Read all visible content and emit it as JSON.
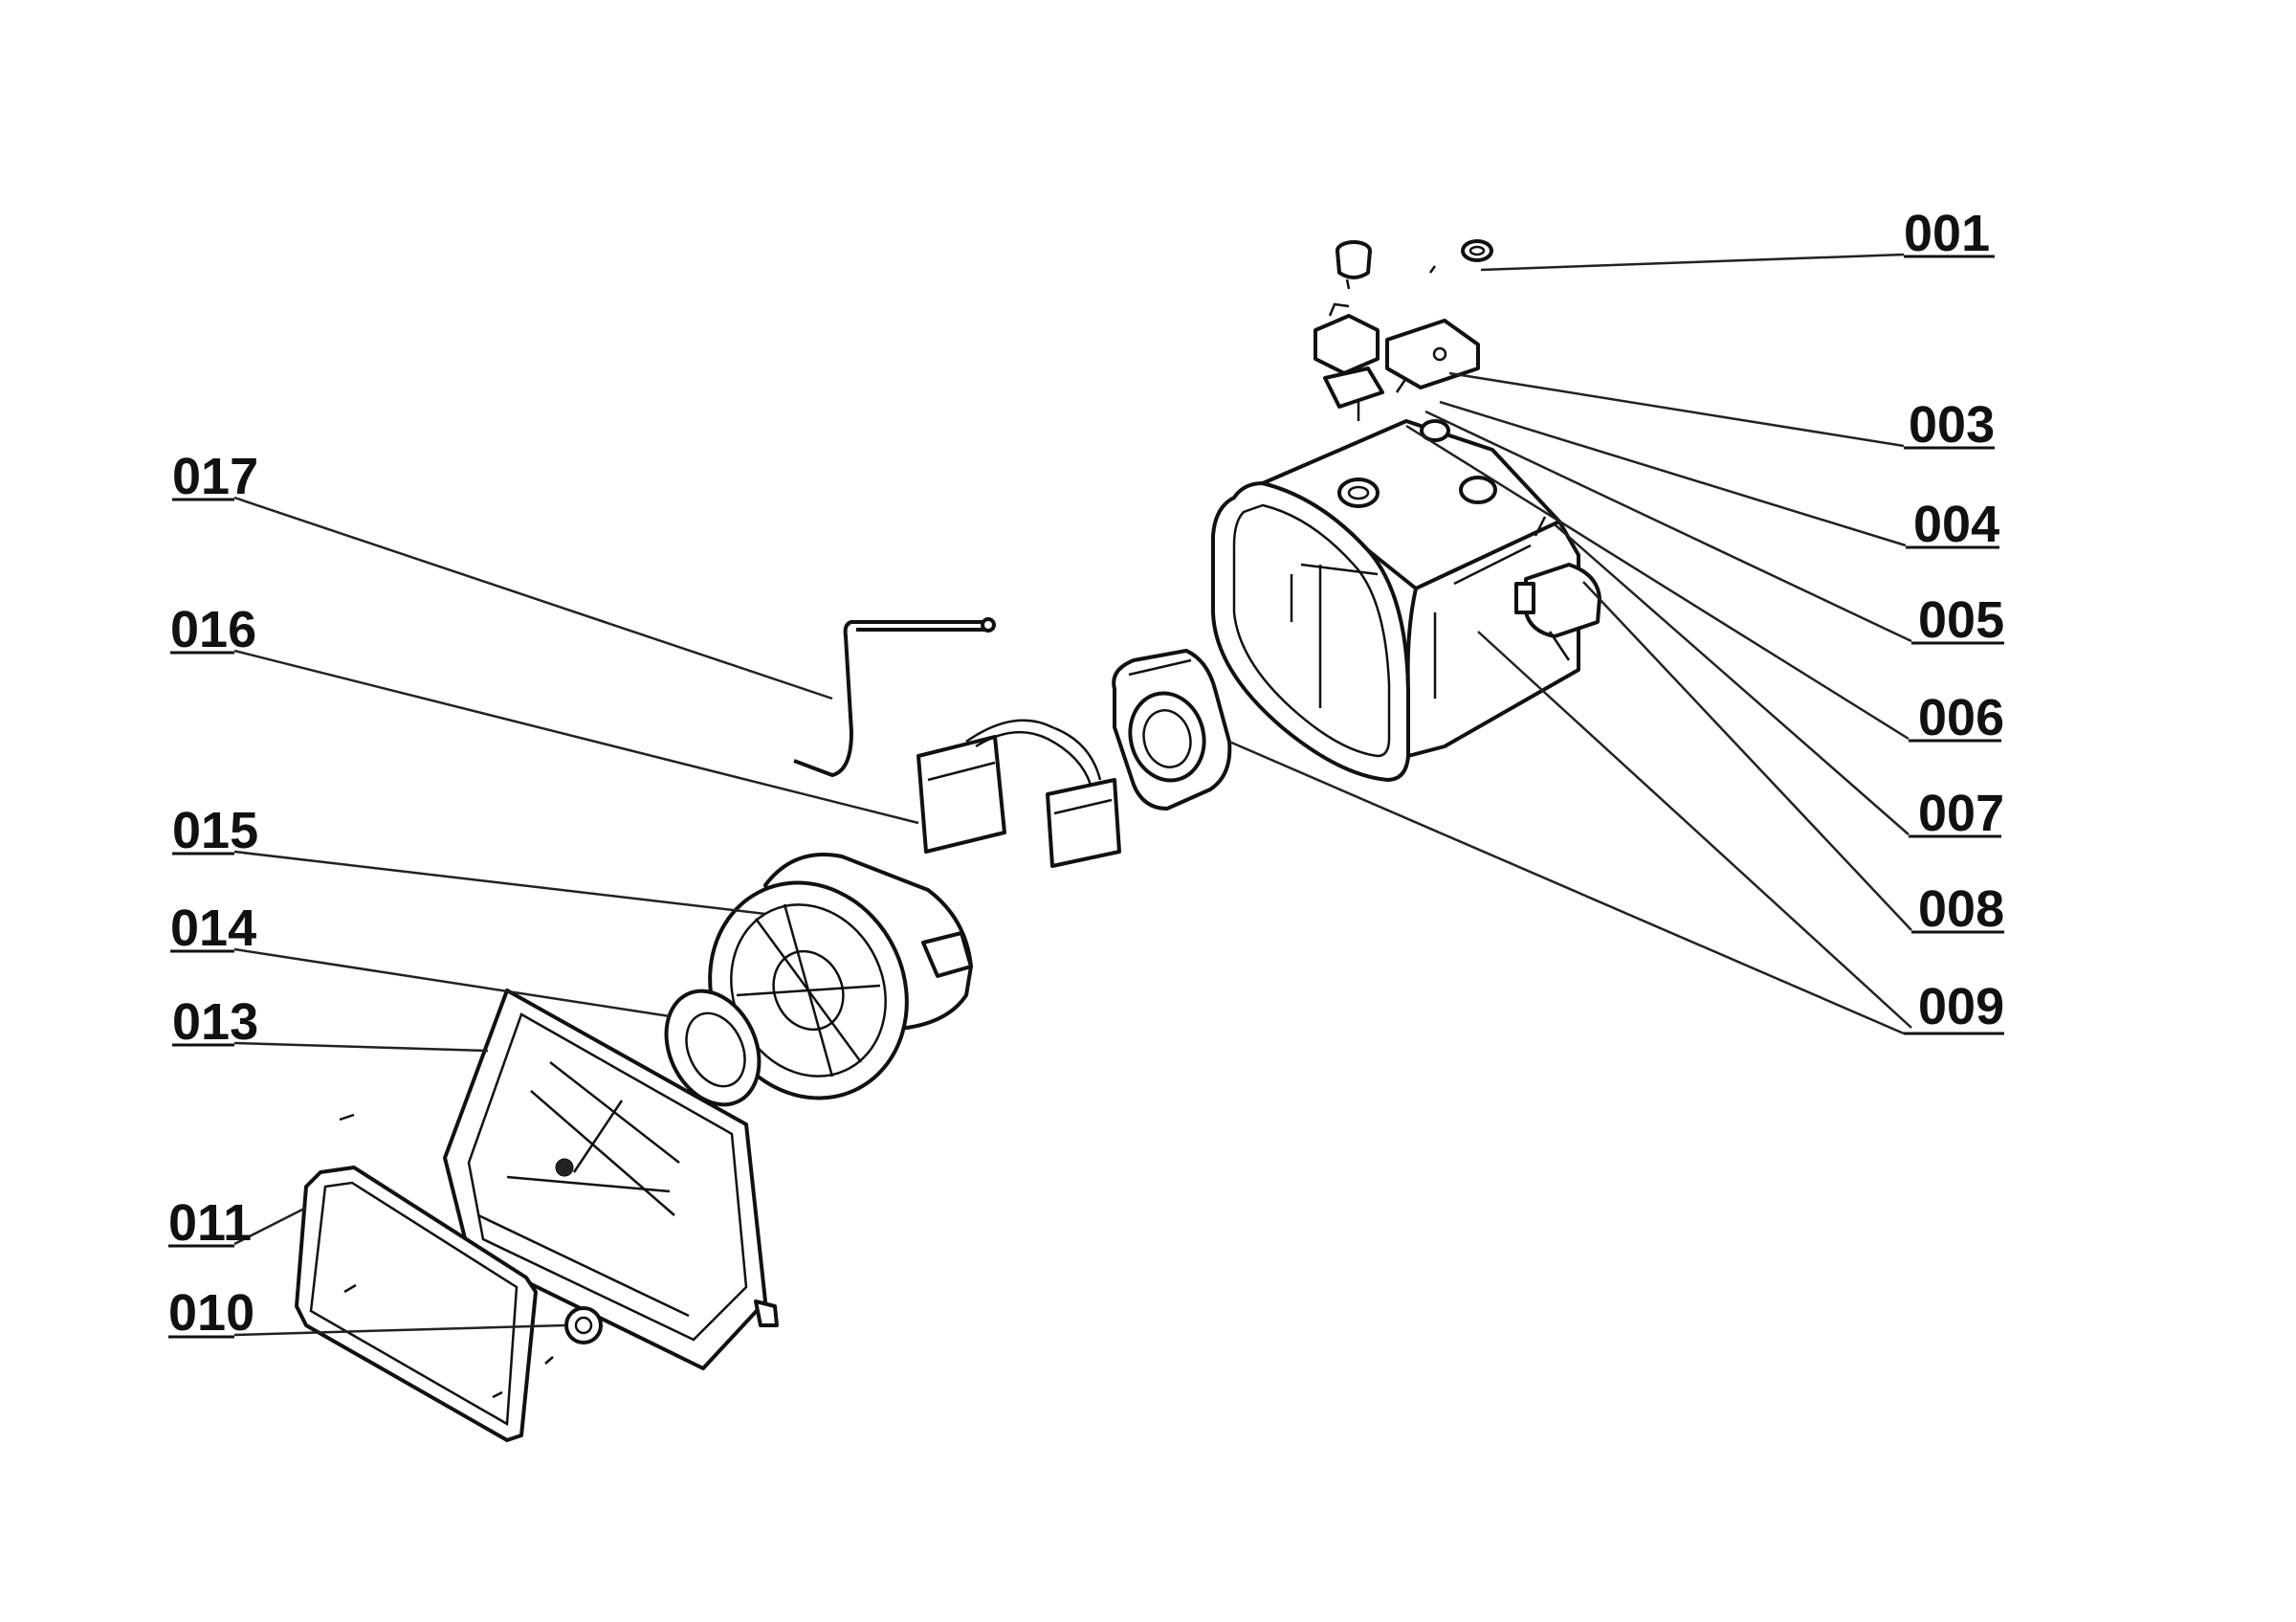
{
  "diagram": {
    "labels": {
      "l001": "001",
      "l003": "003",
      "l004": "004",
      "l005": "005",
      "l006": "006",
      "l007": "007",
      "l008": "008",
      "l009": "009",
      "l010": "010",
      "l011": "011",
      "l013": "013",
      "l014": "014",
      "l015": "015",
      "l016": "016",
      "l017": "017"
    },
    "colors": {
      "line": "#111111",
      "background": "#ffffff"
    }
  }
}
